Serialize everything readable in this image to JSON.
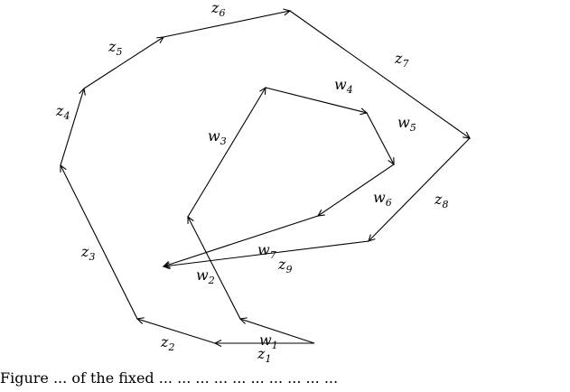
{
  "figure": {
    "curves": [
      {
        "id": "z",
        "segments": [
          {
            "label": "z",
            "index": "1"
          },
          {
            "label": "z",
            "index": "2"
          },
          {
            "label": "z",
            "index": "3"
          },
          {
            "label": "z",
            "index": "4"
          },
          {
            "label": "z",
            "index": "5"
          },
          {
            "label": "z",
            "index": "6"
          },
          {
            "label": "z",
            "index": "7"
          },
          {
            "label": "z",
            "index": "8"
          },
          {
            "label": "z",
            "index": "9"
          }
        ]
      },
      {
        "id": "w",
        "segments": [
          {
            "label": "w",
            "index": "1"
          },
          {
            "label": "w",
            "index": "2"
          },
          {
            "label": "w",
            "index": "3"
          },
          {
            "label": "w",
            "index": "4"
          },
          {
            "label": "w",
            "index": "5"
          },
          {
            "label": "w",
            "index": "6"
          },
          {
            "label": "w",
            "index": "7"
          }
        ]
      }
    ],
    "caption": "Figure ... of the fixed ... ... ... ... ... ... ... ... ... ..."
  }
}
